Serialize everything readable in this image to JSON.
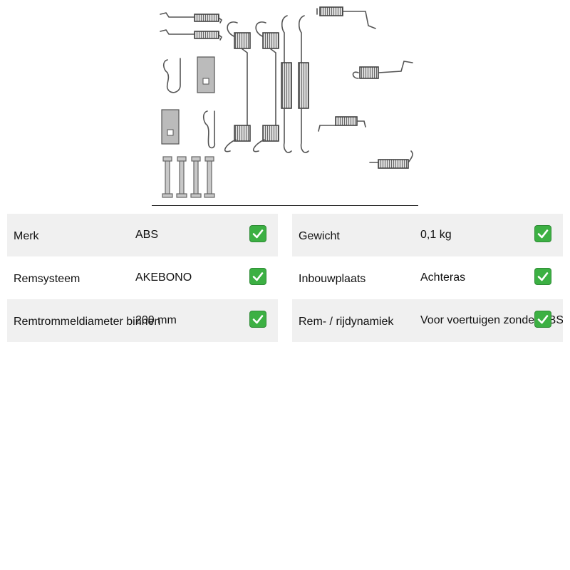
{
  "product_image": {
    "alt": "",
    "icon": "brake-accessory-kit-image"
  },
  "specs_left": [
    {
      "label": "Merk",
      "value": "ABS",
      "icon": "check-icon"
    },
    {
      "label": "Remsysteem",
      "value": "AKEBONO",
      "icon": "check-icon"
    },
    {
      "label": "Remtrommeldiameter binnen",
      "value": "200 mm",
      "icon": "check-icon"
    }
  ],
  "specs_right": [
    {
      "label": "Gewicht",
      "value": "0,1 kg",
      "icon": "check-icon"
    },
    {
      "label": "Inbouwplaats",
      "value": "Achteras",
      "icon": "check-icon"
    },
    {
      "label": "Rem- / rijdynamiek",
      "value": "Voor voertuigen zonder ABS",
      "icon": "check-icon"
    }
  ],
  "colors": {
    "row_shade": "#f0f0f0",
    "check_green": "#3cb043",
    "text": "#111111"
  }
}
